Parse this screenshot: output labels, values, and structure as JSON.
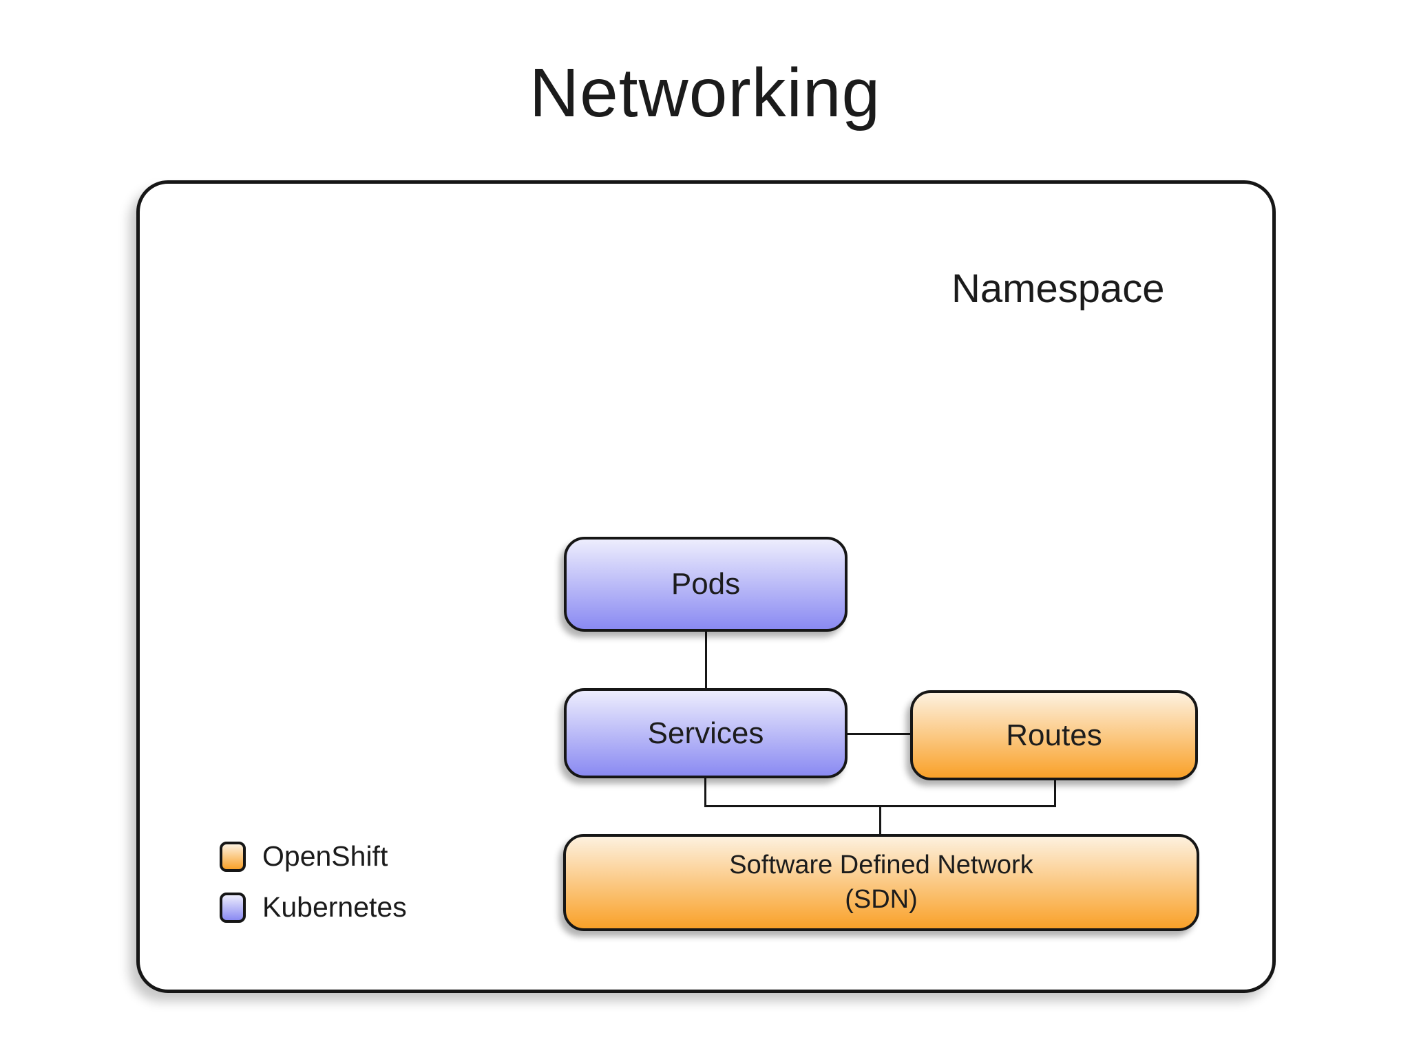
{
  "title": "Networking",
  "namespace_label": "Namespace",
  "diagram": {
    "nodes": [
      {
        "id": "pods",
        "label": "Pods",
        "type": "kubernetes"
      },
      {
        "id": "services",
        "label": "Services",
        "type": "kubernetes"
      },
      {
        "id": "routes",
        "label": "Routes",
        "type": "openshift"
      },
      {
        "id": "sdn",
        "label": "Software Defined Network\n(SDN)",
        "type": "openshift"
      }
    ],
    "edges": [
      {
        "from": "pods",
        "to": "services"
      },
      {
        "from": "services",
        "to": "routes"
      },
      {
        "from": "services",
        "to": "sdn"
      },
      {
        "from": "routes",
        "to": "sdn"
      }
    ]
  },
  "legend": {
    "items": [
      {
        "label": "OpenShift",
        "color_key": "openshift"
      },
      {
        "label": "Kubernetes",
        "color_key": "kubernetes"
      }
    ]
  },
  "colors": {
    "background": "#ffffff",
    "text": "#1b1b1b",
    "border": "#161616",
    "line": "#161616",
    "k8s_top": "#ededfd",
    "k8s_bottom": "#8a8af2",
    "os_top": "#fdf1df",
    "os_bottom": "#f9a129"
  }
}
